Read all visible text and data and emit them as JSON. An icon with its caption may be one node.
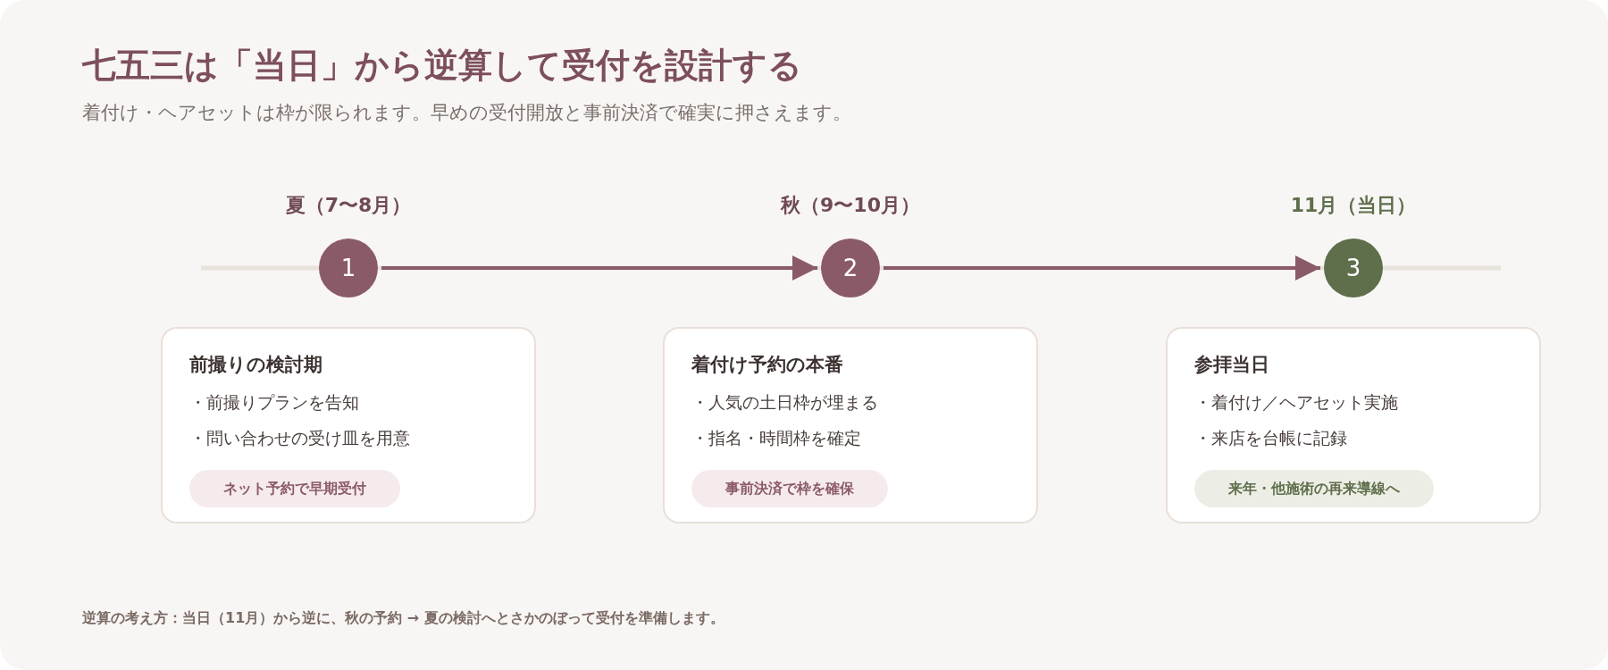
{
  "diagram": {
    "title": "七五三は「当日」から逆算して受付を設計する",
    "caption": "逆算の考え方：当日（11月）から逆に、秋の予約 → 夏の検討へとさかのぼって受付を準備します。",
    "nodes": [
      {
        "text": [
          "1"
        ],
        "beside": [
          "夏（7〜8月）"
        ]
      },
      {
        "text": [
          "前撮りの検討期",
          "・前撮りプランを告知",
          "・問い合わせの受け皿を用意"
        ]
      },
      {
        "text": [
          "ネット予約で早期受付"
        ],
        "in": 1
      },
      {
        "text": [
          "2"
        ],
        "beside": [
          "秋（9〜10月）"
        ]
      },
      {
        "text": [
          "着付け予約の本番",
          "・人気の土日枠が埋まる",
          "・指名・時間枠を確定"
        ]
      },
      {
        "text": [
          "事前決済で枠を確保"
        ],
        "in": 4
      },
      {
        "text": [
          "3"
        ],
        "beside": [
          "11月（当日）"
        ]
      },
      {
        "text": [
          "参拝当日",
          "・着付け／ヘアセット実施",
          "・来店を台帳に記録"
        ]
      },
      {
        "text": [
          "来年・他施術の再来導線へ"
        ],
        "in": 7
      }
    ],
    "edges": [
      {
        "from": 0,
        "to": 3,
        "arrow": "to"
      },
      {
        "from": 3,
        "to": 6,
        "arrow": "to"
      }
    ],
    "labels": [
      "着付け・ヘアセットは枠が限られます。早めの受付開放と事前決済で確実に押さえます。"
    ]
  }
}
